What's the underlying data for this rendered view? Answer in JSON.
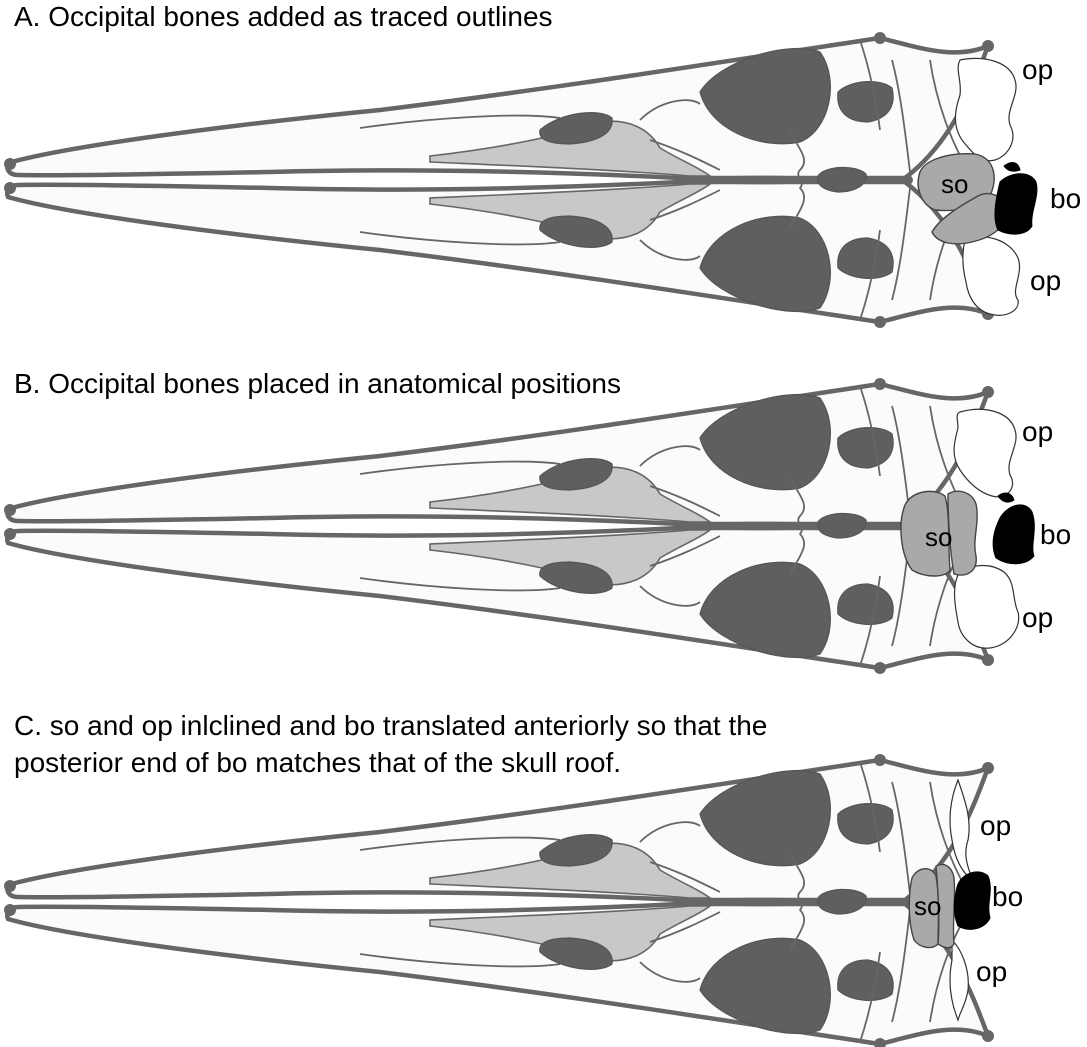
{
  "figure": {
    "panels": [
      {
        "id": "A",
        "caption_lines": [
          "A. Occipital bones added as traced outlines"
        ],
        "labels": {
          "op_upper": "op",
          "op_lower": "op",
          "so": "so",
          "bo": "bo"
        }
      },
      {
        "id": "B",
        "caption_lines": [
          "B. Occipital bones placed in anatomical positions"
        ],
        "labels": {
          "op_upper": "op",
          "op_lower": "op",
          "so": "so",
          "bo": "bo"
        }
      },
      {
        "id": "C",
        "caption_lines": [
          "C. so and op inlclined and bo translated anteriorly so that the",
          "posterior end of bo matches that of the skull roof."
        ],
        "labels": {
          "op_upper": "op",
          "op_lower": "op",
          "so": "so",
          "bo": "bo"
        }
      }
    ],
    "colors": {
      "outline": "#666666",
      "bone_fill": "#fbfbfb",
      "light_gray": "#c8c8c8",
      "dark_gray": "#5f5f5f",
      "so_fill": "#a9a9a9",
      "bo_fill": "#000000"
    }
  }
}
